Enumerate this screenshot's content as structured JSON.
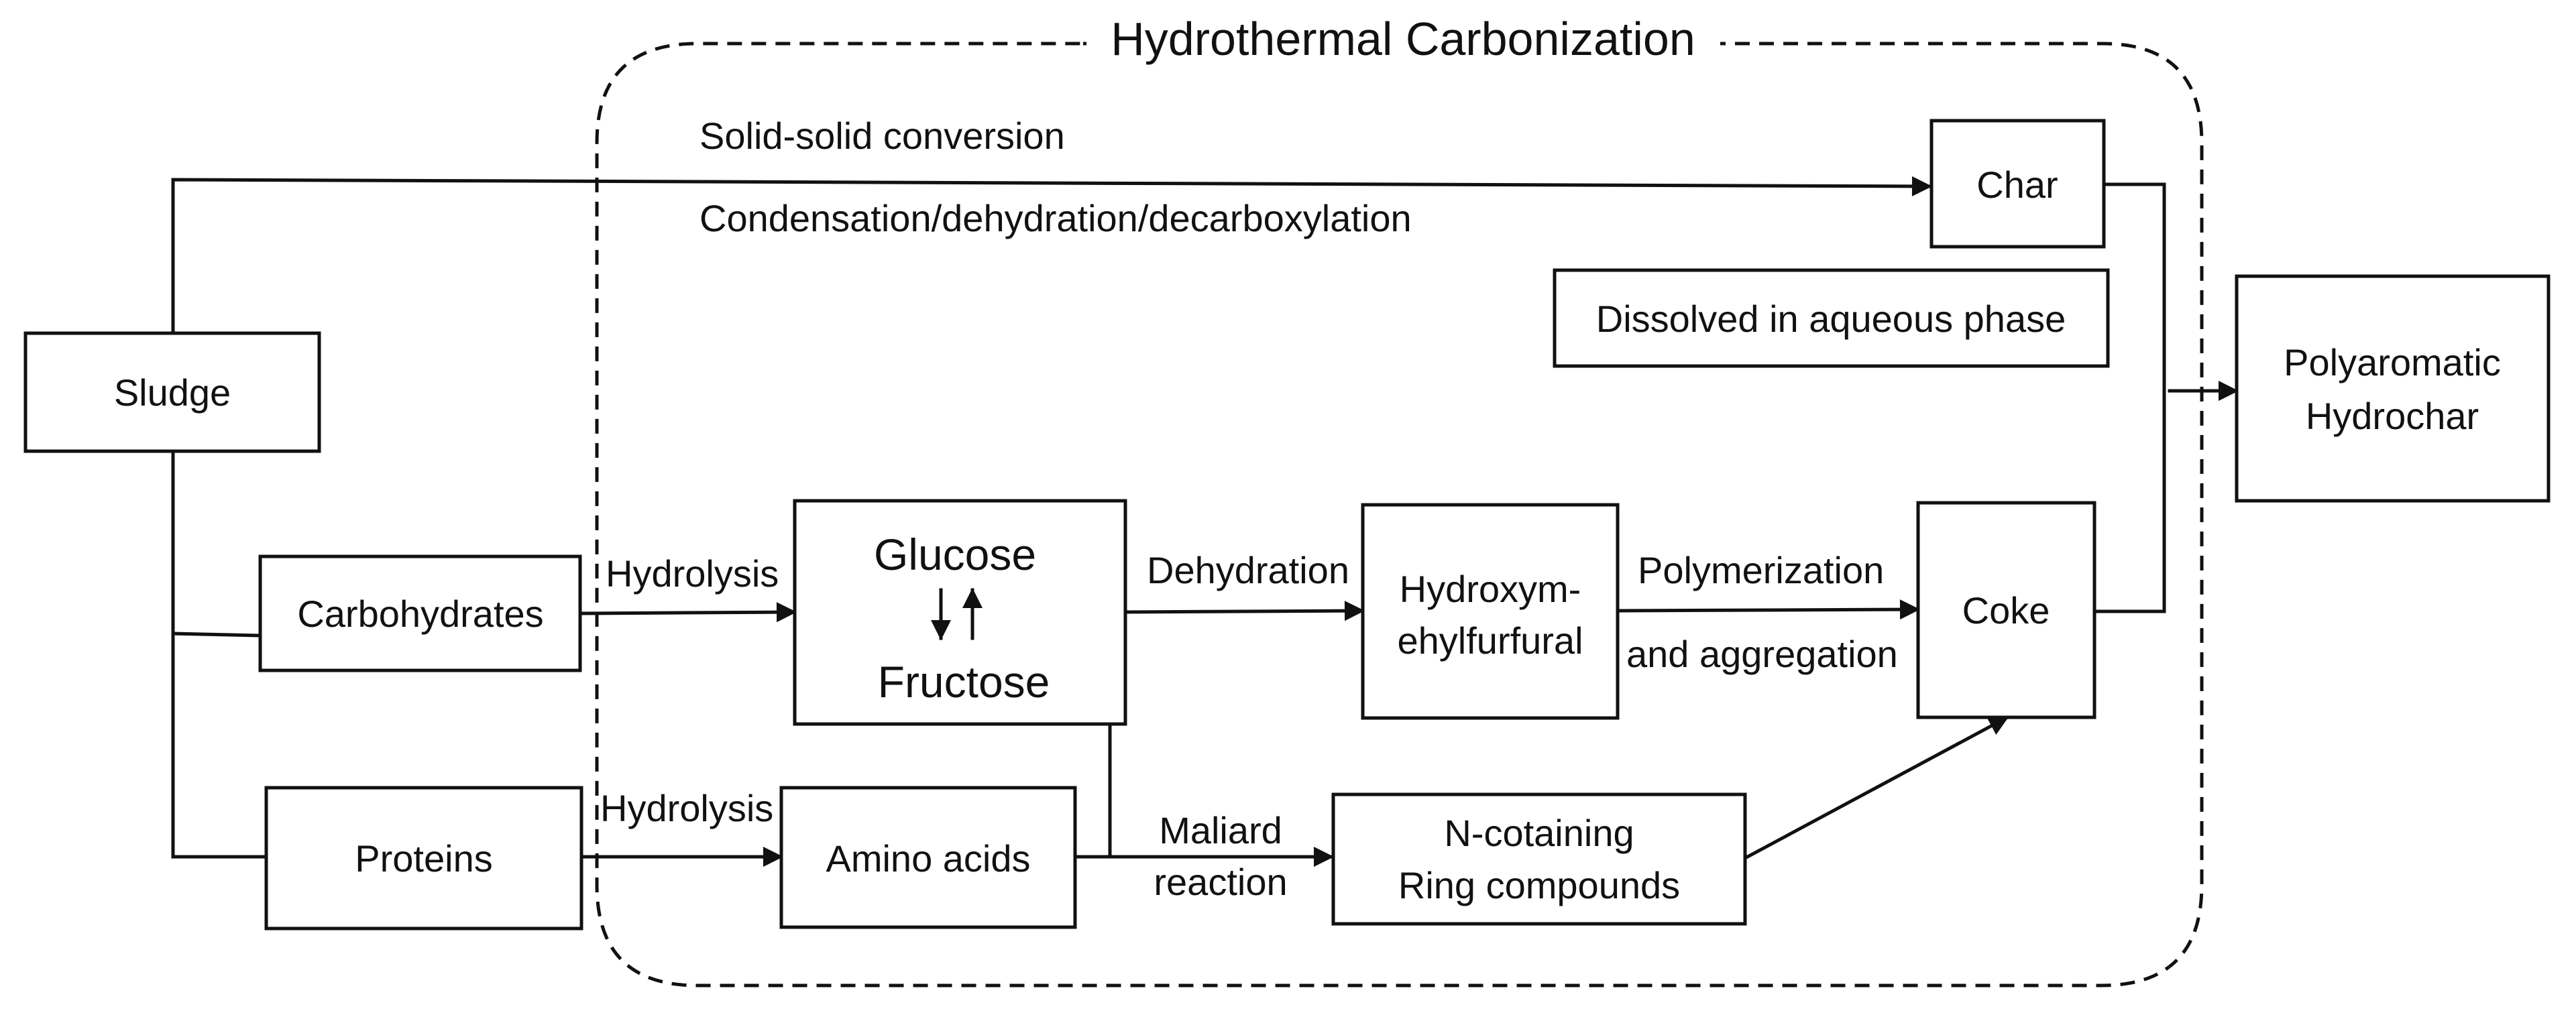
{
  "diagram": {
    "title": "Hydrothermal Carbonization",
    "nodes": {
      "sludge": "Sludge",
      "carbohydrates": "Carbohydrates",
      "proteins": "Proteins",
      "glucose": "Glucose",
      "fructose": "Fructose",
      "hmf_line1": "Hydroxym-",
      "hmf_line2": "ehylfurfural",
      "amino_acids": "Amino acids",
      "ncontaining_line1": "N-cotaining",
      "ncontaining_line2": "Ring compounds",
      "char": "Char",
      "coke": "Coke",
      "dissolved": "Dissolved in aqueous phase",
      "hydrochar_line1": "Polyaromatic",
      "hydrochar_line2": "Hydrochar"
    },
    "edge_labels": {
      "solid_solid": "Solid-solid conversion",
      "condensation": "Condensation/dehydration/decarboxylation",
      "hydrolysis_carbs": "Hydrolysis",
      "hydrolysis_proteins": "Hydrolysis",
      "dehydration": "Dehydration",
      "polymerization_line1": "Polymerization",
      "polymerization_line2": "and aggregation",
      "maillard_line1": "Maliard",
      "maillard_line2": "reaction"
    },
    "colors": {
      "stroke": "#111111",
      "background": "#ffffff"
    }
  }
}
